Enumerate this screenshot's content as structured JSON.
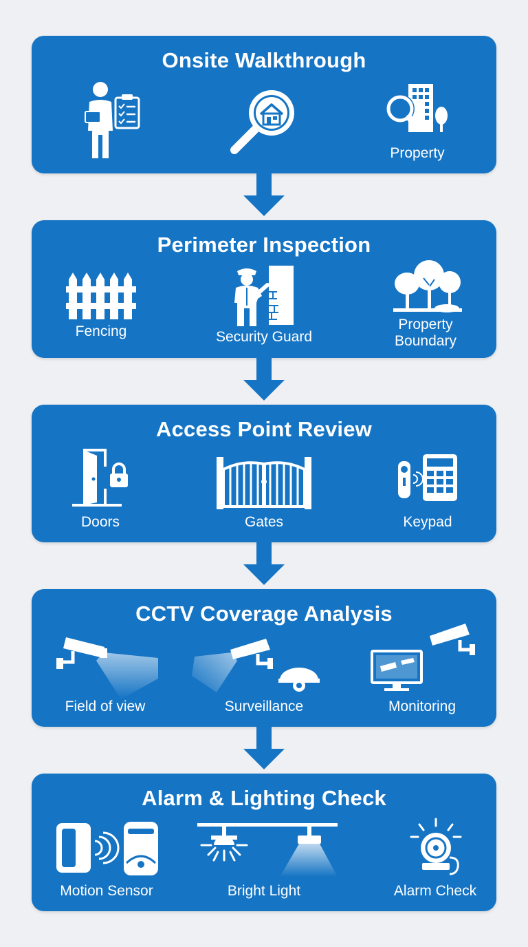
{
  "colors": {
    "panel": "#1574c4",
    "background": "#eef0f3",
    "arrow": "#1574c4",
    "icon": "#ffffff"
  },
  "steps": [
    {
      "title": "Onsite Walkthrough",
      "items": [
        {
          "icon": "inspector-clipboard-icon",
          "label": ""
        },
        {
          "icon": "house-magnifier-icon",
          "label": ""
        },
        {
          "icon": "property-search-icon",
          "label": "Property"
        }
      ]
    },
    {
      "title": "Perimeter Inspection",
      "items": [
        {
          "icon": "fence-icon",
          "label": "Fencing"
        },
        {
          "icon": "security-guard-icon",
          "label": "Security Guard"
        },
        {
          "icon": "trees-icon",
          "label": "Property Boundary"
        }
      ]
    },
    {
      "title": "Access Point Review",
      "items": [
        {
          "icon": "door-lock-icon",
          "label": "Doors"
        },
        {
          "icon": "gate-icon",
          "label": "Gates"
        },
        {
          "icon": "keypad-icon",
          "label": "Keypad"
        }
      ]
    },
    {
      "title": "CCTV Coverage Analysis",
      "items": [
        {
          "icon": "cctv-camera-icon",
          "label": "Field of view"
        },
        {
          "icon": "surveillance-camera-icon",
          "label": "Surveillance"
        },
        {
          "icon": "monitoring-screen-icon",
          "label": "Monitoring"
        }
      ]
    },
    {
      "title": "Alarm & Lighting Check",
      "items": [
        {
          "icon": "motion-sensor-icon",
          "label": "Motion Sensor"
        },
        {
          "icon": "bright-light-icon",
          "label": "Bright Light"
        },
        {
          "icon": "alarm-bell-icon",
          "label": "Alarm Check"
        }
      ]
    }
  ]
}
